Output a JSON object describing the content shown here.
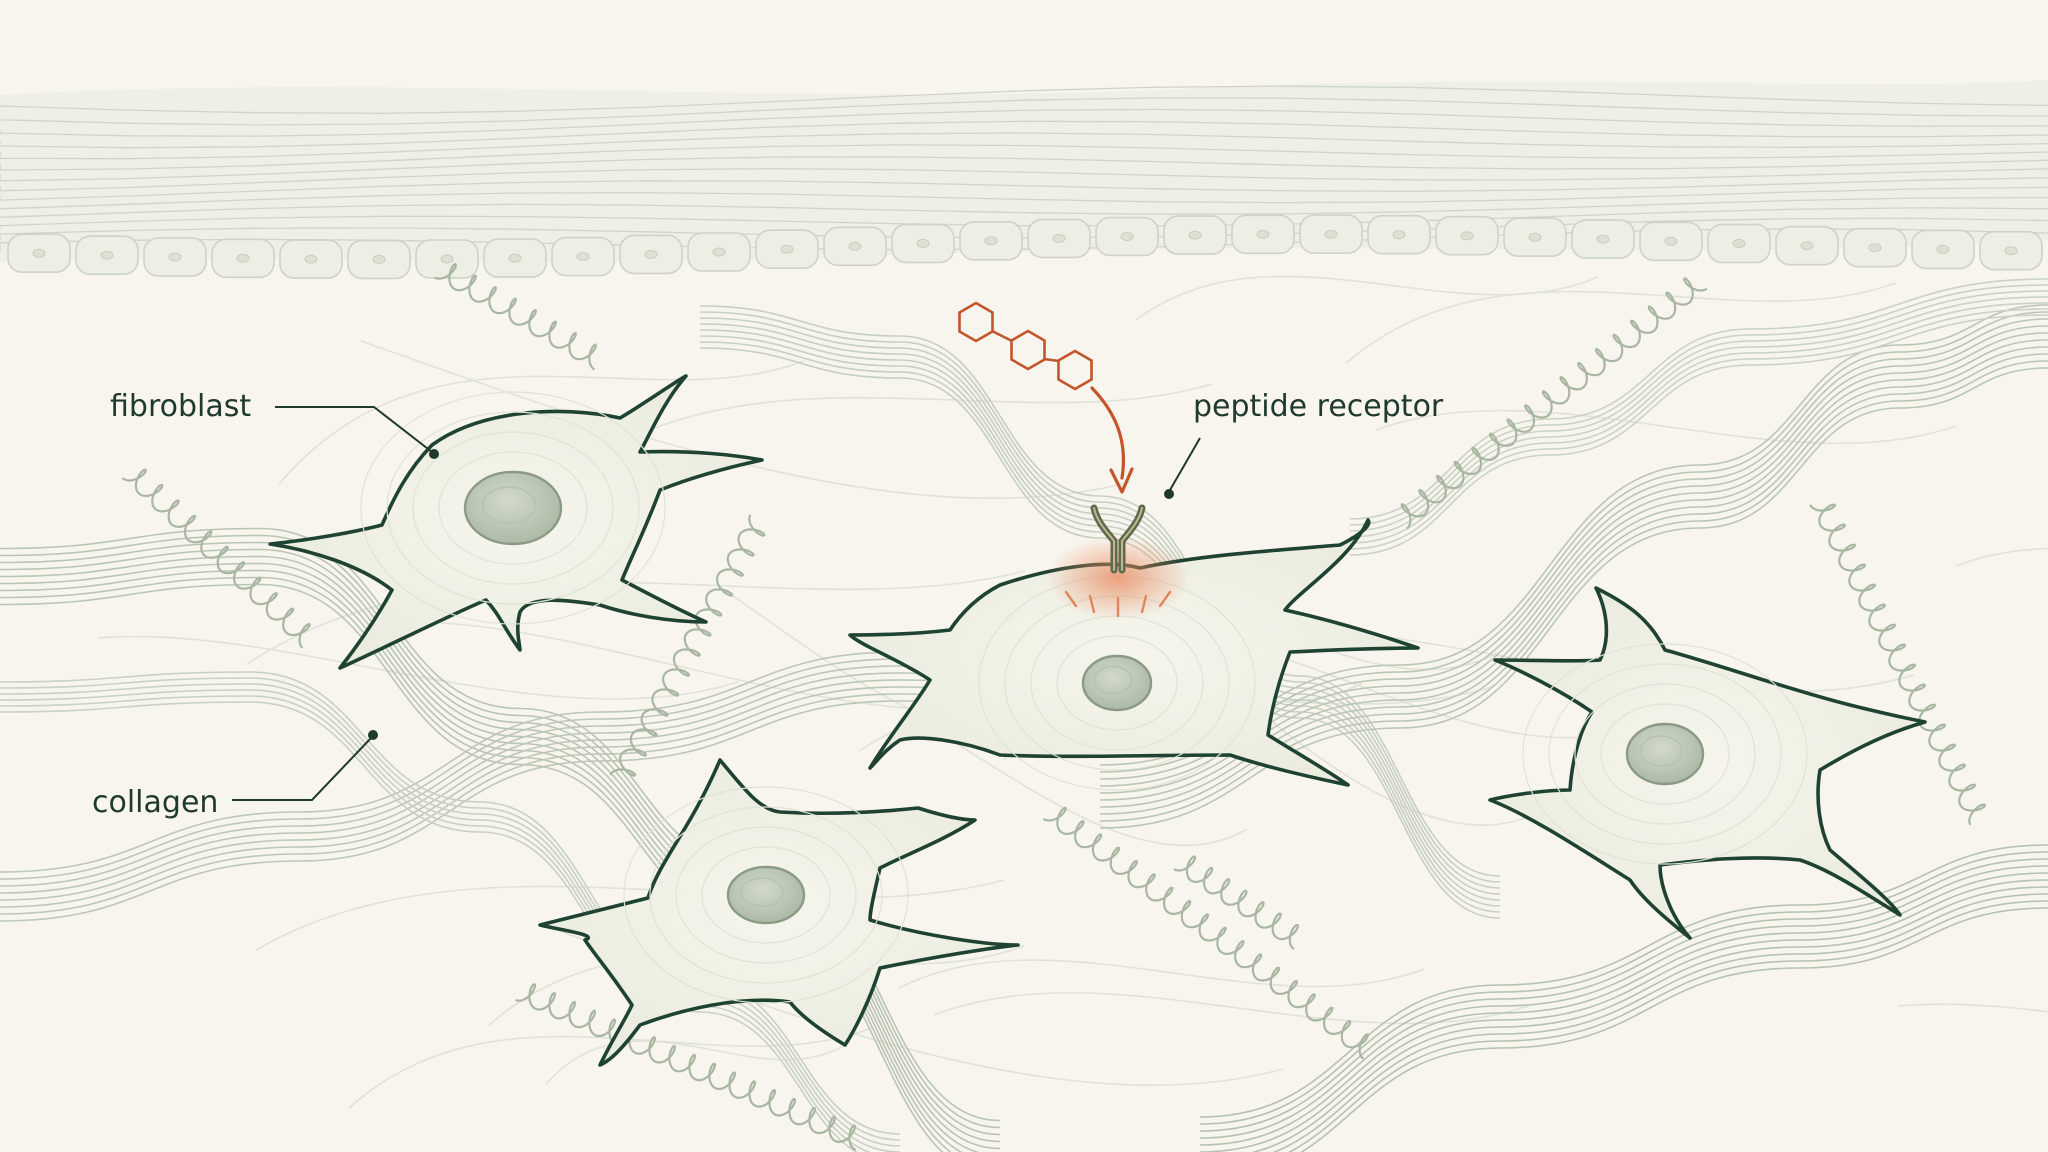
{
  "labels": {
    "fibroblast": "fibroblast",
    "collagen": "collagen",
    "peptide_receptor": "peptide receptor"
  },
  "colors": {
    "background": "#f8f5ee",
    "cell_outline": "#1f4333",
    "cell_fill": "#f1f0e4",
    "nucleus_fill": "#b9c4b0",
    "nucleus_stroke": "#8a9a84",
    "collagen": "#b7c3b1",
    "collagen_dark": "#9fae98",
    "epidermis": "#d6dbcf",
    "peptide": "#c4552a",
    "receptor": "#5c6b4e",
    "glow": "#e7926b",
    "label_text": "#1f3a2c"
  }
}
